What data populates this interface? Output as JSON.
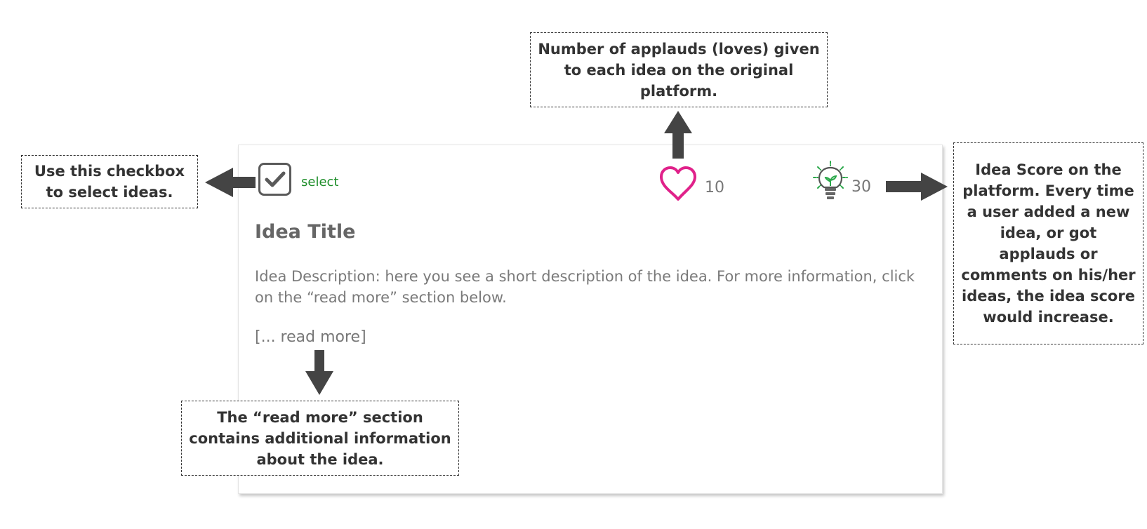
{
  "card": {
    "select_label": "select",
    "love_count": "10",
    "score": "30",
    "title": "Idea Title",
    "description": "Idea Description: here you see a short description of the idea. For more information, click on the “read more” section below.",
    "read_more": "[... read more]"
  },
  "annotations": {
    "checkbox": "Use this checkbox to select ideas.",
    "applauds": "Number of applauds (loves) given to each idea on the original platform.",
    "score": "Idea Score on the platform. Every time a user added a new idea, or got applauds or comments on his/her ideas, the idea score would increase.",
    "read_more": "The “read more” section contains additional information about the idea."
  },
  "icons": {
    "checkbox": "checkmark-icon",
    "love": "heart-icon",
    "score": "lightbulb-icon"
  },
  "colors": {
    "select_label": "#1e8e2a",
    "heart": "#e0218a",
    "bulb_sprout": "#2aa84a",
    "arrow": "#444444"
  }
}
